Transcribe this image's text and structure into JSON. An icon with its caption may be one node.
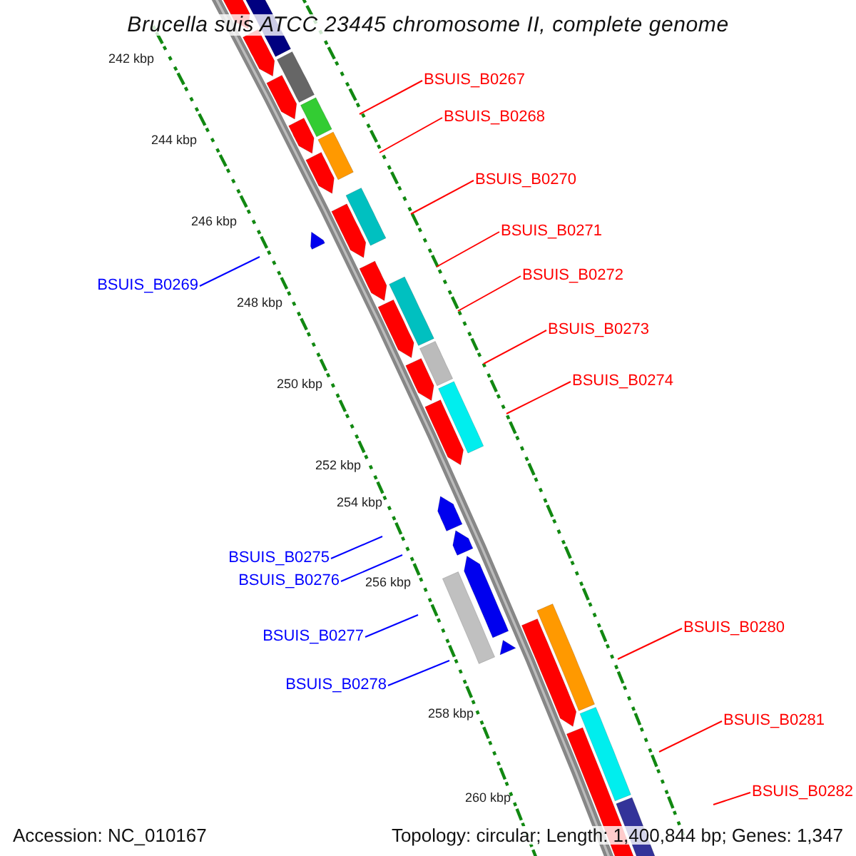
{
  "diagram": {
    "title": "Brucella suis ATCC 23445 chromosome II, complete genome",
    "nodes": [
      {
        "text": [
          "BSUIS_B0267"
        ]
      },
      {
        "text": [
          "BSUIS_B0268"
        ]
      },
      {
        "text": [
          "BSUIS_B0270"
        ]
      },
      {
        "text": [
          "BSUIS_B0271"
        ]
      },
      {
        "text": [
          "BSUIS_B0272"
        ]
      },
      {
        "text": [
          "BSUIS_B0269"
        ]
      },
      {
        "text": [
          "BSUIS_B0273"
        ]
      },
      {
        "text": [
          "BSUIS_B0274"
        ]
      },
      {
        "text": [
          "BSUIS_B0275"
        ]
      },
      {
        "text": [
          "BSUIS_B0276"
        ]
      },
      {
        "text": [
          "BSUIS_B0280"
        ]
      },
      {
        "text": [
          "BSUIS_B0277"
        ]
      },
      {
        "text": [
          "BSUIS_B0278"
        ]
      },
      {
        "text": [
          "BSUIS_B0281"
        ]
      },
      {
        "text": [
          "BSUIS_B0282"
        ]
      }
    ],
    "edges": [
      {
        "from": 0,
        "to": null,
        "arrow": "none"
      },
      {
        "from": 1,
        "to": null,
        "arrow": "none"
      },
      {
        "from": 2,
        "to": null,
        "arrow": "none"
      },
      {
        "from": 3,
        "to": null,
        "arrow": "none"
      },
      {
        "from": 4,
        "to": null,
        "arrow": "none"
      },
      {
        "from": 5,
        "to": null,
        "arrow": "none",
        "color": "#0000ff"
      },
      {
        "from": 6,
        "to": null,
        "arrow": "none"
      },
      {
        "from": 7,
        "to": null,
        "arrow": "none"
      },
      {
        "from": 8,
        "to": null,
        "arrow": "none",
        "color": "#0000ff"
      },
      {
        "from": 9,
        "to": null,
        "arrow": "none",
        "color": "#0000ff"
      },
      {
        "from": 10,
        "to": null,
        "arrow": "none"
      },
      {
        "from": 11,
        "to": null,
        "arrow": "none",
        "color": "#0000ff"
      },
      {
        "from": 12,
        "to": null,
        "arrow": "none",
        "color": "#0000ff"
      },
      {
        "from": 13,
        "to": null,
        "arrow": "none"
      },
      {
        "from": 14,
        "to": null,
        "arrow": "none"
      }
    ],
    "labels": [
      "242 kbp",
      "244 kbp",
      "246 kbp",
      "248 kbp",
      "250 kbp",
      "252 kbp",
      "254 kbp",
      "256 kbp",
      "258 kbp",
      "260 kbp",
      "Accession: NC_010167",
      "Topology: circular; Length: 1,400,844 bp; Genes: 1,347"
    ]
  }
}
